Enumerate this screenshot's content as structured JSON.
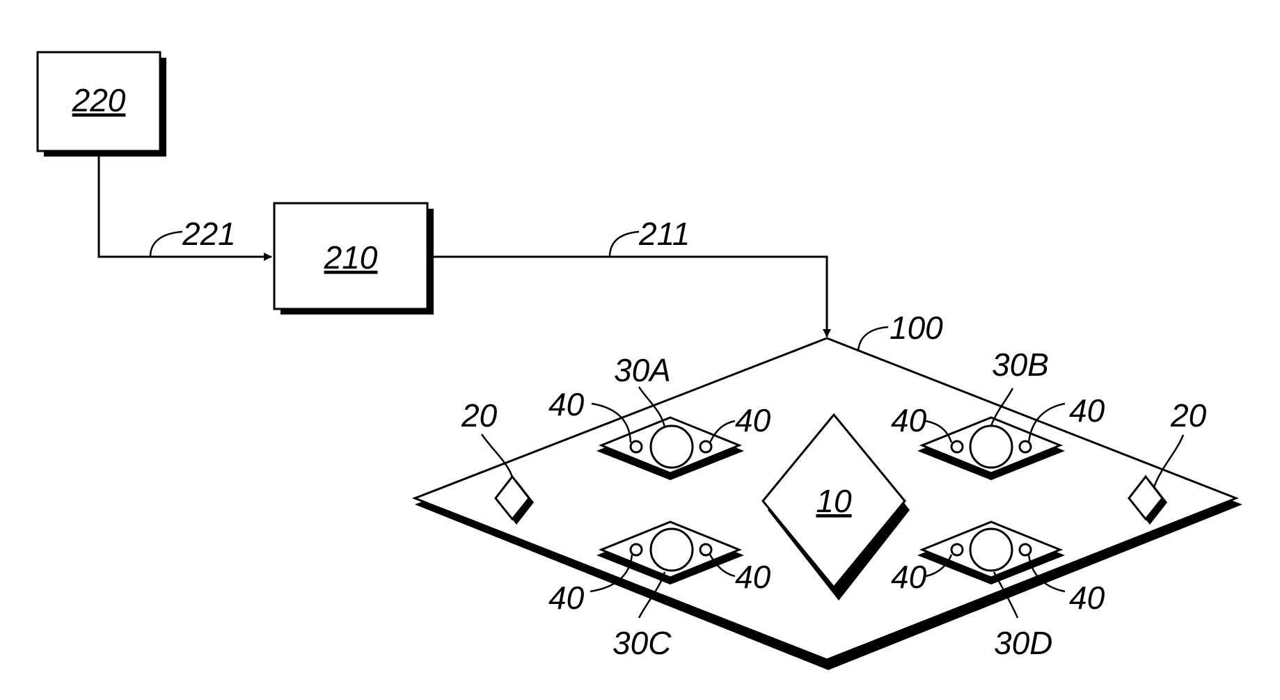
{
  "figure": {
    "blocks": [
      {
        "id": "220",
        "label": "220"
      },
      {
        "id": "210",
        "label": "210"
      }
    ],
    "connections": [
      {
        "from": "220",
        "to": "210",
        "label": "221"
      },
      {
        "from": "210",
        "to": "100",
        "label": "211"
      }
    ],
    "board": {
      "label": "100"
    },
    "center_component": {
      "label": "10"
    },
    "side_components": [
      {
        "label": "20"
      },
      {
        "label": "20"
      }
    ],
    "modules": [
      {
        "label": "30A",
        "pin_labels": [
          "40",
          "40"
        ]
      },
      {
        "label": "30B",
        "pin_labels": [
          "40",
          "40"
        ]
      },
      {
        "label": "30C",
        "pin_labels": [
          "40",
          "40"
        ]
      },
      {
        "label": "30D",
        "pin_labels": [
          "40",
          "40"
        ]
      }
    ]
  }
}
